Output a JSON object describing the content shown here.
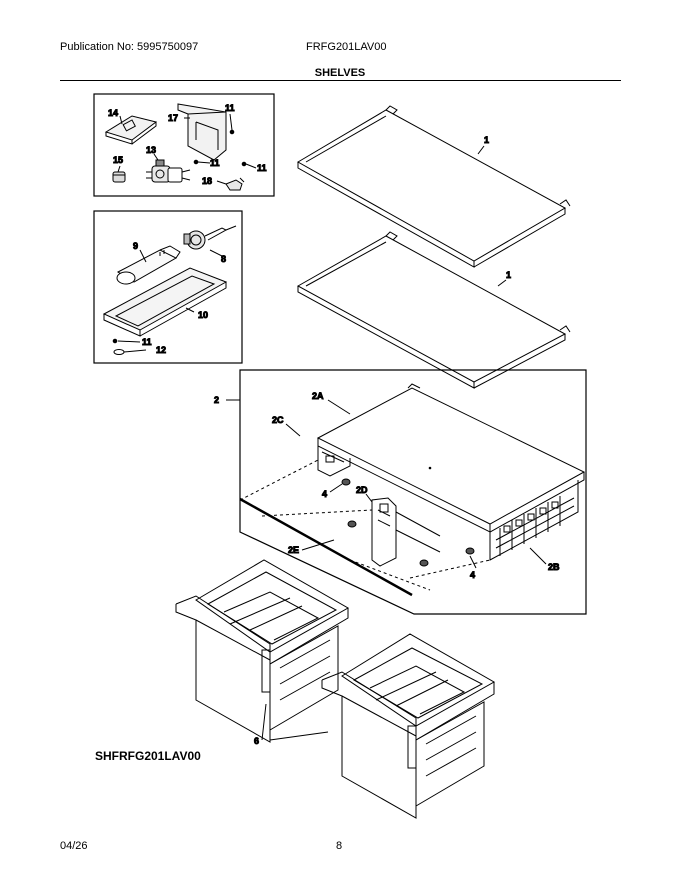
{
  "header": {
    "publication": "Publication No: 5995750097",
    "model": "FRFG201LAV00",
    "section_title": "SHELVES"
  },
  "diagram": {
    "callouts": {
      "c14": "14",
      "c17": "17",
      "c11a": "11",
      "c15": "15",
      "c13": "13",
      "c11b": "11",
      "c11c": "11",
      "c18": "18",
      "c9": "9",
      "c8": "8",
      "c10": "10",
      "c11d": "11",
      "c12": "12",
      "c1a": "1",
      "c1b": "1",
      "c2": "2",
      "c2A": "2A",
      "c2C": "2C",
      "c2D": "2D",
      "c4a": "4",
      "c2E": "2E",
      "c4b": "4",
      "c2B": "2B",
      "c6": "6"
    }
  },
  "footer": {
    "diagram_code": "SHFRFG201LAV00",
    "date": "04/26",
    "page_number": "8"
  }
}
